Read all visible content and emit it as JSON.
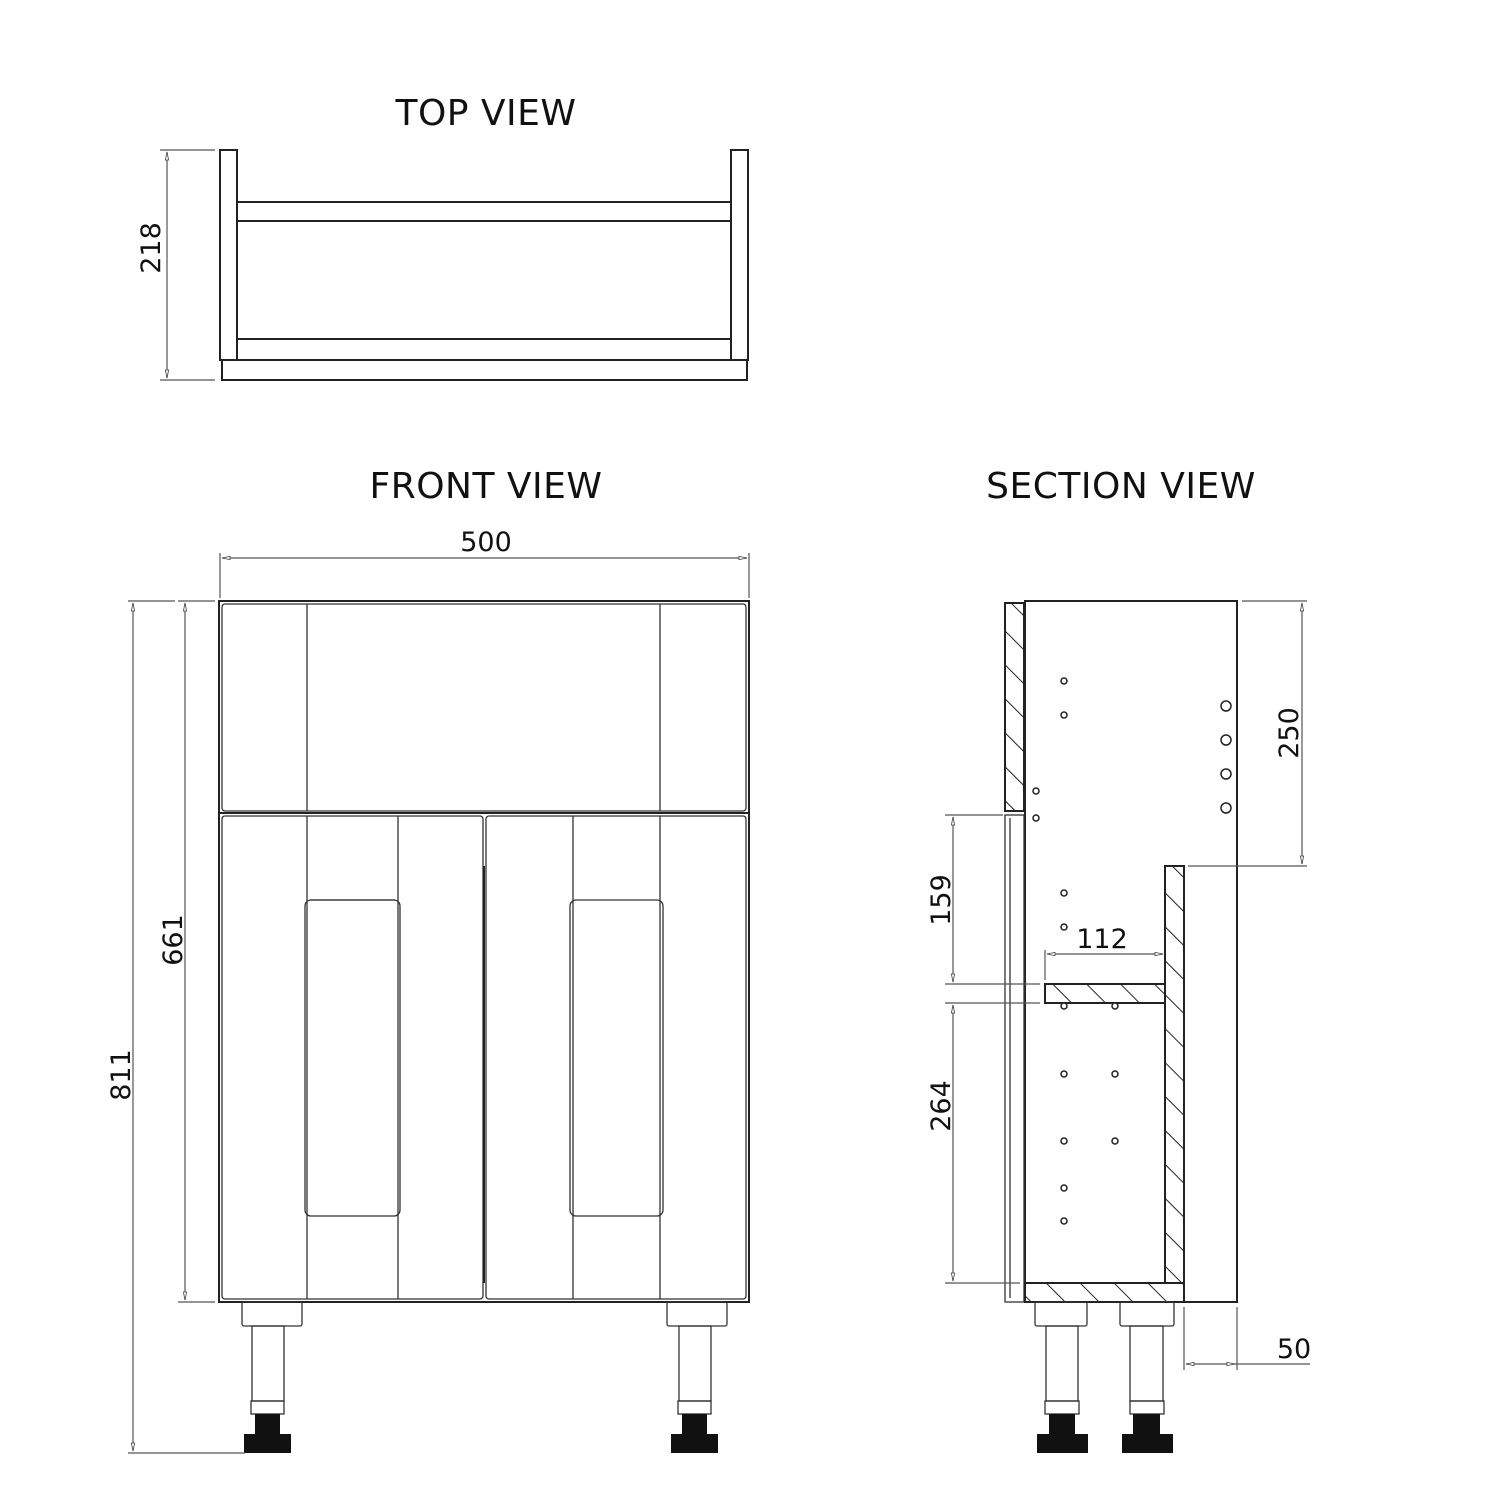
{
  "drawing": {
    "views": {
      "top": {
        "title": "TOP VIEW",
        "depth_dim": "218"
      },
      "front": {
        "title": "FRONT VIEW",
        "width_dim": "500",
        "body_height_dim": "661",
        "total_height_dim": "811"
      },
      "section": {
        "title": "SECTION VIEW",
        "upper_dim": "250",
        "door_to_shelf_dim": "159",
        "shelf_depth_dim": "112",
        "shelf_to_base_dim": "264",
        "back_offset_dim": "50"
      }
    },
    "colors": {
      "line": "#222222",
      "background": "#ffffff",
      "dim_line": "#555555"
    }
  }
}
